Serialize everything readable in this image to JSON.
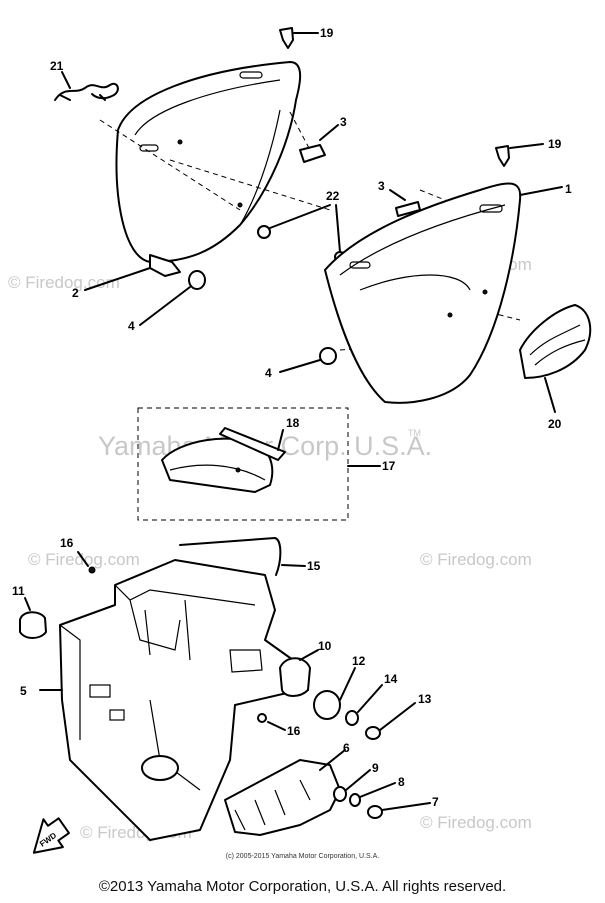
{
  "watermarks": {
    "firedog": "© Firedog.com",
    "firedog_short": "© Firedog.com",
    "yamaha": "Yamaha Motor Corp. U.S.A.",
    "tm": "TM"
  },
  "callouts": {
    "c1": "1",
    "c2": "2",
    "c3a": "3",
    "c3b": "3",
    "c4a": "4",
    "c4b": "4",
    "c5": "5",
    "c6": "6",
    "c7": "7",
    "c8": "8",
    "c9": "9",
    "c10": "10",
    "c11": "11",
    "c12": "12",
    "c13": "13",
    "c14": "14",
    "c15": "15",
    "c16a": "16",
    "c16b": "16",
    "c17": "17",
    "c18": "18",
    "c19a": "19",
    "c19b": "19",
    "c20": "20",
    "c21": "21",
    "c22": "22"
  },
  "fwd_label": "FWD",
  "copyright_small": "(c) 2005-2015 Yamaha Motor Corporation, U.S.A.",
  "copyright_main": "©2013 Yamaha Motor Corporation, U.S.A. All rights reserved."
}
